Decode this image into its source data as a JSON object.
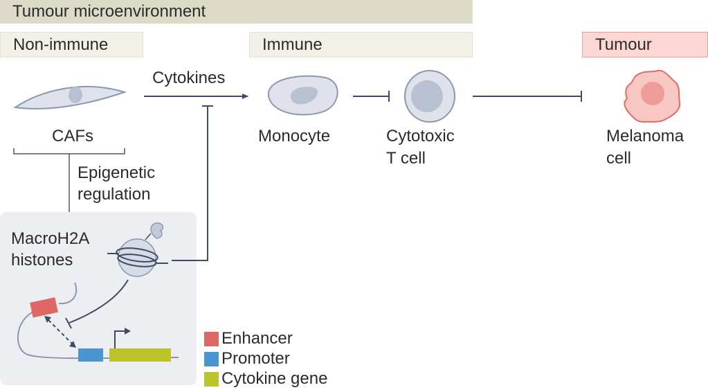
{
  "header": {
    "title": "Tumour microenvironment"
  },
  "categories": {
    "non_immune": "Non-immune",
    "immune": "Immune",
    "tumour": "Tumour"
  },
  "cells": {
    "cafs": "CAFs",
    "monocyte": "Monocyte",
    "t_cell_line1": "Cytotoxic",
    "t_cell_line2": "T cell",
    "melanoma_line1": "Melanoma",
    "melanoma_line2": "cell"
  },
  "arrows": {
    "cytokines": "Cytokines",
    "epigenetic_line1": "Epigenetic",
    "epigenetic_line2": "regulation"
  },
  "inset": {
    "title_line1": "MacroH2A",
    "title_line2": "histones"
  },
  "legend": [
    {
      "label": "Enhancer",
      "color": "#e06666"
    },
    {
      "label": "Promoter",
      "color": "#4a96d1"
    },
    {
      "label": "Cytokine gene",
      "color": "#bdc42a"
    }
  ],
  "colors": {
    "header_band": "#dedac8",
    "category_band": "#f3f0e7",
    "tumour_band": "#fbd6d3",
    "tumour_border": "#f0a09a",
    "line": "#3d4b66",
    "cell_fill": "#dfe2ea",
    "cell_stroke": "#8a97b0",
    "melanoma_fill": "#f8c7c3",
    "melanoma_stroke": "#e06a66",
    "inset_bg": "#eceef2"
  }
}
